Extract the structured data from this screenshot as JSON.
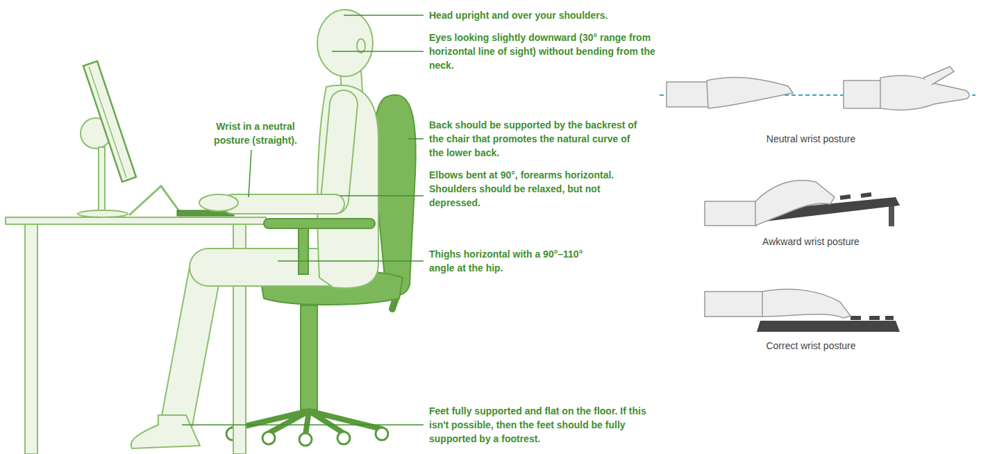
{
  "diagram": {
    "labels": [
      "Head upright and over your shoulders.",
      "Eyes looking slightly downward (30° range from horizontal line of sight) without bending from the neck.",
      "Wrist in a neutral posture (straight).",
      "Back should be supported by the backrest of the chair that promotes the natural curve of the lower back.",
      "Elbows bent at 90°, forearms horizontal. Shoulders should be relaxed, but not depressed.",
      "Thighs horizontal with a 90°–110° angle at the hip.",
      "Feet fully supported and flat on the floor. If this isn't possible, then the feet should be fully supported by a footrest.",
      "Neutral wrist posture",
      "Awkward wrist posture",
      "Correct wrist posture"
    ]
  }
}
